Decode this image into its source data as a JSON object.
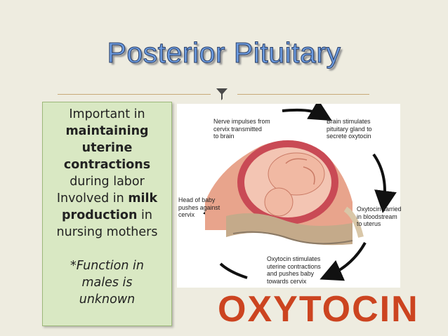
{
  "slide": {
    "title": "Posterior Pituitary"
  },
  "textbox": {
    "l1": "Important in",
    "l2": "maintaining",
    "l3": "uterine",
    "l4": "contractions",
    "l5": "during labor",
    "l6a": "Involved in ",
    "l6b": "milk",
    "l7a": "production",
    "l7b": " in",
    "l8": "nursing mothers",
    "l9": "*Function in",
    "l10": "males is",
    "l11": "unknown"
  },
  "diagram": {
    "top_left": [
      "Nerve impulses from",
      "cervix transmitted",
      "to brain"
    ],
    "top_right": [
      "Brain stimulates",
      "pituitary gland to",
      "secrete oxytocin"
    ],
    "left": [
      "Head of baby",
      "pushes against",
      "cervix"
    ],
    "right": [
      "Oxytocin carried",
      "in bloodstream",
      "to uterus"
    ],
    "bottom": [
      "Oxytocin stimulates",
      "uterine contractions",
      "and pushes baby",
      "towards cervix"
    ]
  },
  "hormone_label": "OXYTOCIN",
  "colors": {
    "title": "#6b9be0",
    "box_fill": "#d9e8c3",
    "oxytocin": "#cc4420",
    "rule": "#c7a978"
  }
}
